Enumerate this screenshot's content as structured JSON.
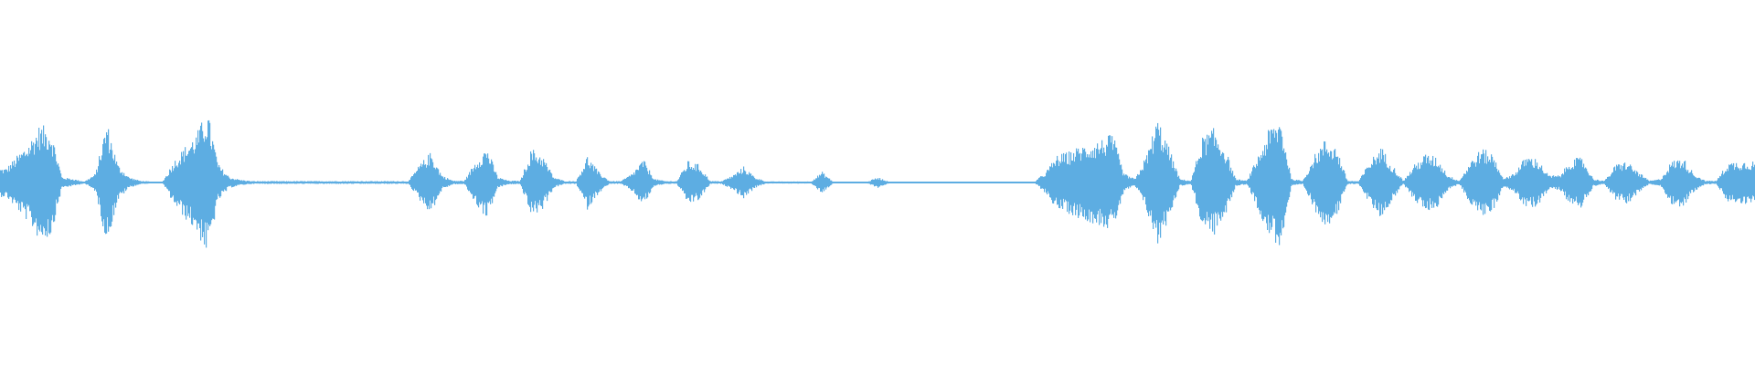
{
  "chart_data": {
    "type": "area",
    "title": "",
    "xlabel": "",
    "ylabel": "",
    "ylim": [
      -1,
      1
    ],
    "grid": false,
    "legend": "none",
    "color": "#5dade2",
    "background": "#ffffff",
    "symmetric": true,
    "series": [
      {
        "envelope": [
          0.08,
          0.15,
          0.22,
          0.32,
          0.3,
          0.03,
          0.02,
          0.005,
          0.05,
          0.34,
          0.1,
          0.03,
          0.01,
          0.005,
          0.005,
          0.12,
          0.2,
          0.27,
          0.4,
          0.1,
          0.03,
          0.015,
          0.008,
          0.008,
          0.008,
          0.008,
          0.008,
          0.008,
          0.008,
          0.008,
          0.008,
          0.008,
          0.008,
          0.008,
          0.008,
          0.008,
          0.008,
          0.1,
          0.17,
          0.04,
          0.01,
          0.01,
          0.12,
          0.2,
          0.03,
          0.01,
          0.01,
          0.19,
          0.15,
          0.03,
          0.008,
          0.008,
          0.15,
          0.06,
          0.008,
          0.008,
          0.05,
          0.13,
          0.02,
          0.008,
          0.008,
          0.12,
          0.1,
          0.008,
          0.008,
          0.04,
          0.09,
          0.03,
          0.006,
          0.006,
          0.006,
          0.006,
          0.006,
          0.06,
          0.004,
          0.004,
          0.004,
          0.004,
          0.03,
          0.004,
          0.004,
          0.004,
          0.004,
          0.004,
          0.004,
          0.004,
          0.004,
          0.004,
          0.004,
          0.004,
          0.004,
          0.004,
          0.004,
          0.06,
          0.15,
          0.17,
          0.2,
          0.22,
          0.24,
          0.27,
          0.05,
          0.02,
          0.15,
          0.36,
          0.2,
          0.02,
          0.01,
          0.25,
          0.3,
          0.2,
          0.02,
          0.01,
          0.15,
          0.3,
          0.36,
          0.02,
          0.01,
          0.15,
          0.24,
          0.2,
          0.01,
          0.008,
          0.12,
          0.2,
          0.1,
          0.01,
          0.1,
          0.16,
          0.14,
          0.04,
          0.01,
          0.12,
          0.19,
          0.16,
          0.02,
          0.06,
          0.15,
          0.13,
          0.04,
          0.04,
          0.13,
          0.14,
          0.02,
          0.01,
          0.1,
          0.12,
          0.06,
          0.01,
          0.02,
          0.12,
          0.14,
          0.05,
          0.01,
          0.01,
          0.11,
          0.12,
          0.12
        ]
      }
    ]
  }
}
